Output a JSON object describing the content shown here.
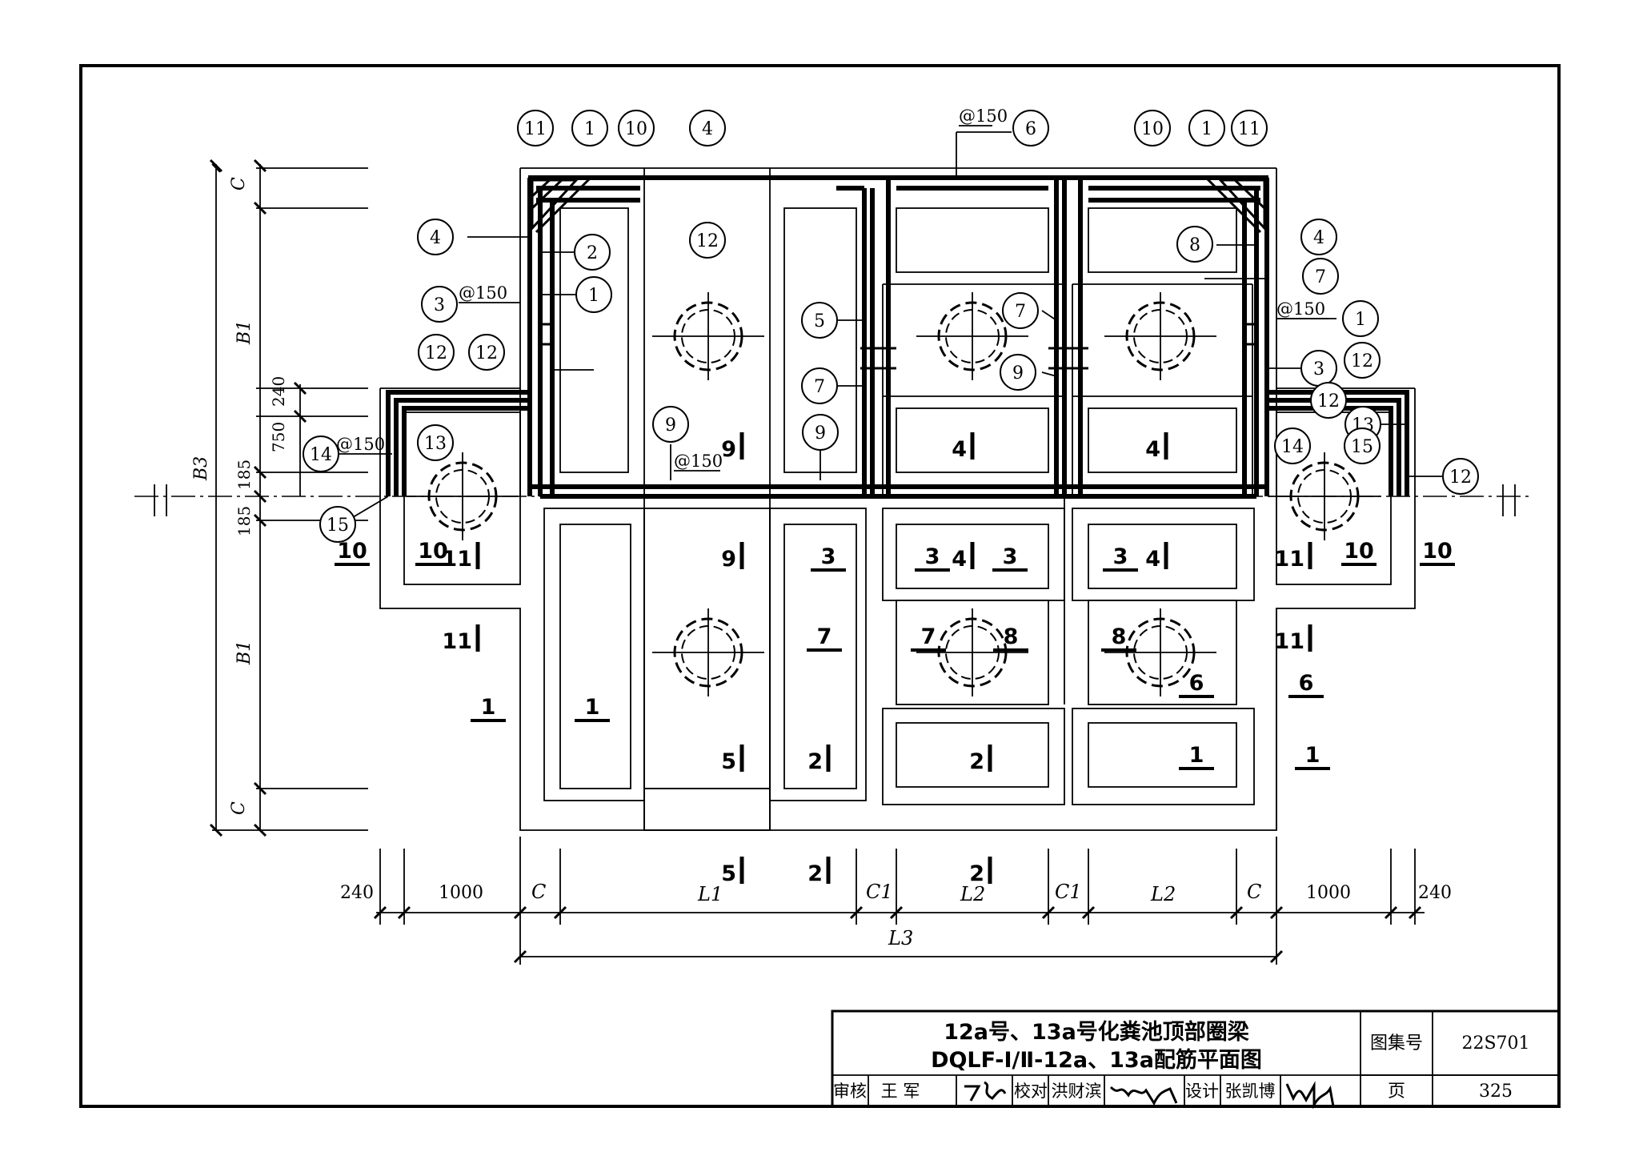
{
  "title_block": {
    "title_line1": "12a号、13a号化粪池顶部圈梁",
    "title_line2": "DQLF-Ⅰ/Ⅱ-12a、13a配筋平面图",
    "atlas_label": "图集号",
    "atlas_no": "22S701",
    "page_label": "页",
    "page_no": "325",
    "review_label": "审核",
    "reviewer": "王 军",
    "check_label": "校对",
    "checker": "洪财滨",
    "design_label": "设计",
    "designer": "张凯博"
  },
  "bottom_dims": {
    "d240_left": "240",
    "d1000_left": "1000",
    "c_left": "C",
    "l1": "L1",
    "c1_left": "C1",
    "l2_left": "L2",
    "c1_right": "C1",
    "l2_right": "L2",
    "c_right": "C",
    "d1000_right": "1000",
    "d240_right": "240",
    "l3": "L3"
  },
  "left_dims": {
    "c_top": "C",
    "b1_top": "B1",
    "d240": "240",
    "d750": "750",
    "d185_top": "185",
    "d185_bot": "185",
    "b3": "B3",
    "b1_bot": "B1",
    "c_bot": "C"
  },
  "spacing_labels": [
    "@150",
    "@150",
    "@150",
    "@150",
    "@150"
  ],
  "section_marks": [
    "9",
    "9",
    "5",
    "5",
    "4",
    "4",
    "4",
    "4",
    "2",
    "2",
    "2",
    "2",
    "11",
    "11",
    "11",
    "11"
  ],
  "plate_labels": [
    "10",
    "10",
    "10",
    "10",
    "1",
    "1",
    "1",
    "1",
    "3",
    "3",
    "3",
    "3",
    "7",
    "7",
    "8",
    "8",
    "6",
    "6"
  ],
  "balloons": [
    "11",
    "1",
    "10",
    "4",
    "6",
    "10",
    "1",
    "11",
    "4",
    "2",
    "1",
    "3",
    "12",
    "12",
    "13",
    "14",
    "15",
    "12",
    "5",
    "7",
    "7",
    "9",
    "9",
    "9",
    "8",
    "4",
    "7",
    "1",
    "3",
    "12",
    "12",
    "13",
    "14",
    "15",
    "12"
  ]
}
